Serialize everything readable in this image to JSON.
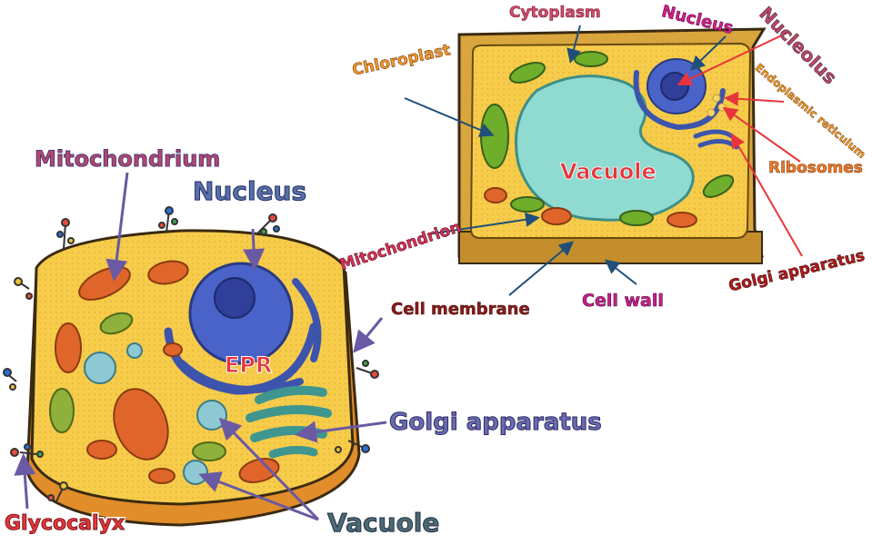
{
  "animal_cell": {
    "labels": {
      "mitochondrium": "Mitochondrium",
      "nucleus": "Nucleus",
      "epr": "EPR",
      "golgi": "Golgi apparatus",
      "vacuole": "Vacuole",
      "glycocalyx": "Glycocalyx"
    }
  },
  "plant_cell": {
    "labels": {
      "cytoplasm": "Cytoplasm",
      "nucleus": "Nucleus",
      "nucleolus": "Nucleolus",
      "chloroplast": "Chloroplast",
      "er": "Endoplasmic reticulum",
      "ribosomes": "Ribosomes",
      "vacuole": "Vacuole",
      "mitochondrion": "Mitochondrion",
      "golgi": "Golgi apparatus",
      "cell_membrane": "Cell membrane",
      "cell_wall": "Cell wall"
    }
  },
  "colors": {
    "cytoplasm": "#f5c842",
    "cell_border": "#e2962a",
    "nucleus": "#4a63c9",
    "mitochondria": "#e0652a",
    "chloroplast": "#6fae2b",
    "vacuole_plant": "#8fdad1",
    "golgi_animal": "#4aa29c",
    "wall": "#d9a53d"
  }
}
